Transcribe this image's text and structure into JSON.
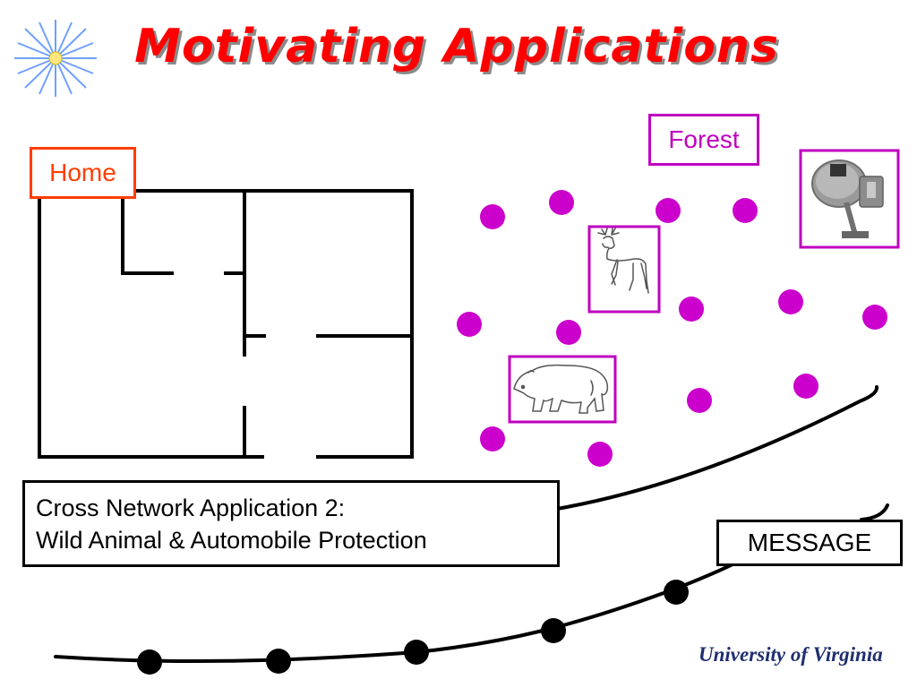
{
  "slide": {
    "title": "Motivating Applications",
    "home_label": "Home",
    "forest_label": "Forest",
    "message_label": "MESSAGE",
    "application_line1": "Cross Network Application 2:",
    "application_line2": "Wild Animal & Automobile Protection",
    "university_logo": "University of Virginia"
  },
  "colors": {
    "title": "#ff0000",
    "home_border": "#ff3d00",
    "forest_border": "#bf00bf",
    "sensor_node": "#cc00cc",
    "road_node": "#000000"
  },
  "icons": [
    "star-icon",
    "deer-icon",
    "bear-icon",
    "satellite-dish-icon"
  ]
}
